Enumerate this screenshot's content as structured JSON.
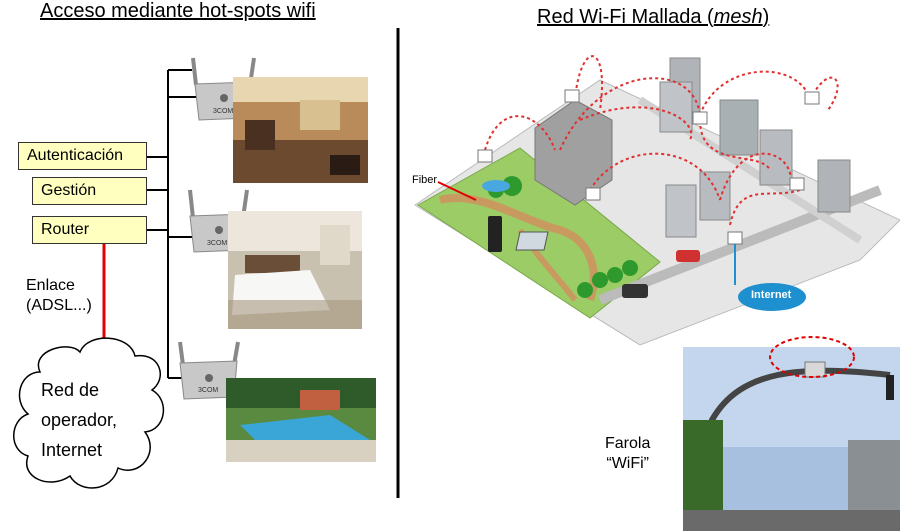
{
  "left": {
    "title": "Acceso mediante hot-spots wifi",
    "boxes": [
      "Autenticación",
      "Gestión",
      "Router"
    ],
    "link_label": [
      "Enlace",
      "(ADSL...)"
    ],
    "cloud_label": [
      "Red de",
      "operador,",
      "Internet"
    ],
    "ap_brand": "3COM"
  },
  "right": {
    "title_prefix": "Red Wi-Fi Mallada (",
    "title_italic": "mesh",
    "title_suffix": ")",
    "fiber_label": "Fiber",
    "internet_label": "Internet",
    "farola_label": [
      "Farola",
      "“WiFi”"
    ]
  },
  "colors": {
    "box_fill": "#ffffc0",
    "link_line": "#e00000",
    "divider": "#000000",
    "mesh_link": "#e03030",
    "internet_cloud": "#1e90d0",
    "park_green": "#9ccc65"
  }
}
